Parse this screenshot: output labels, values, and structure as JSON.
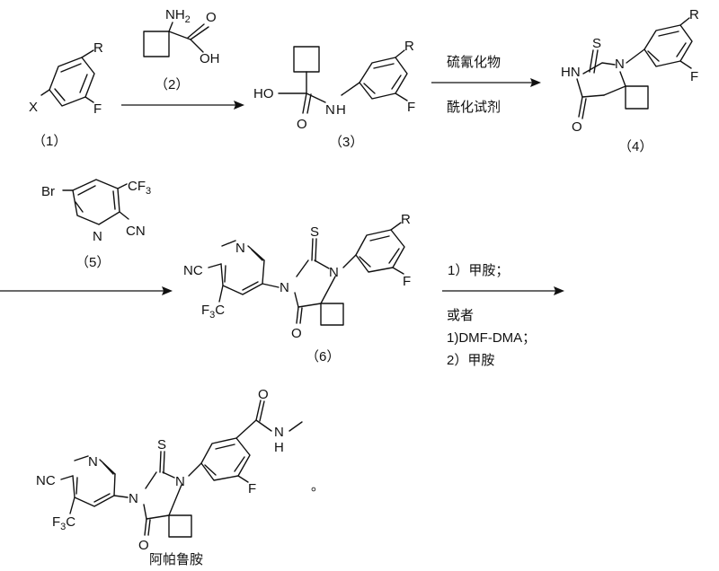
{
  "compounds": {
    "c1": {
      "label": "（1）",
      "atoms": {
        "x": "X",
        "r": "R",
        "f": "F"
      }
    },
    "c2": {
      "label": "（2）",
      "atoms": {
        "nh2": "NH",
        "nh2_sub": "2",
        "oh": "OH",
        "o": "O"
      }
    },
    "c3": {
      "label": "（3）",
      "atoms": {
        "ho": "HO",
        "o": "O",
        "nh": "N",
        "h": "H",
        "r": "R",
        "f": "F"
      }
    },
    "c4": {
      "label": "（4）",
      "atoms": {
        "s": "S",
        "hn": "HN",
        "n": "N",
        "o": "O",
        "r": "R",
        "f": "F"
      }
    },
    "c5": {
      "label": "（5）",
      "atoms": {
        "br": "Br",
        "cf3": "CF",
        "cf3_sub": "3",
        "n": "N",
        "cn": "CN"
      }
    },
    "c6": {
      "label": "（6）",
      "atoms": {
        "nc": "NC",
        "n_py": "N",
        "f3c": "F",
        "f3c_sub": "3",
        "f3c_c": "C",
        "n1": "N",
        "n2": "N",
        "s": "S",
        "o": "O",
        "r": "R",
        "f": "F"
      }
    },
    "final": {
      "label": "阿帕鲁胺",
      "atoms": {
        "nc": "NC",
        "n_py": "N",
        "f3c": "F",
        "f3c_sub": "3",
        "f3c_c": "C",
        "n1": "N",
        "n2": "N",
        "s": "S",
        "o1": "O",
        "o2": "O",
        "nh_n": "N",
        "nh_h": "H",
        "f": "F"
      },
      "trailing_mark": "。"
    }
  },
  "reagents": {
    "step2_line1": "硫氰化物",
    "step2_line2": "酰化试剂",
    "step4_line1": "1）甲胺；",
    "step4_line2": "或者",
    "step4_line3": "1)DMF-DMA；",
    "step4_line4": "2）甲胺"
  }
}
